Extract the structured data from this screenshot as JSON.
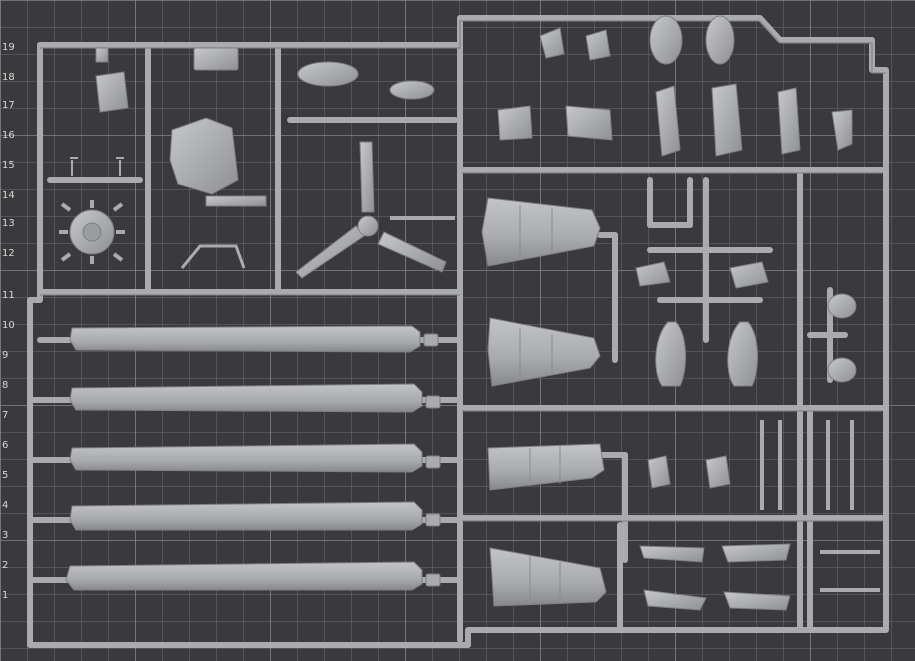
{
  "photo": {
    "subject": "",
    "colors": {
      "mat": "#3a3a3c",
      "grid_line": "#6e6e70",
      "sprue_plastic": "#a9abaf",
      "sprue_shadow": "#7d7f83",
      "sprue_highlight": "#c4c6c9",
      "ruler_text": "#d8d8d8"
    }
  },
  "ruler": {
    "labels": [
      "19",
      "18",
      "17",
      "16",
      "15",
      "14",
      "13",
      "12",
      "11",
      "10",
      "9",
      "8",
      "7",
      "6",
      "5",
      "4",
      "3",
      "2",
      "1"
    ]
  }
}
